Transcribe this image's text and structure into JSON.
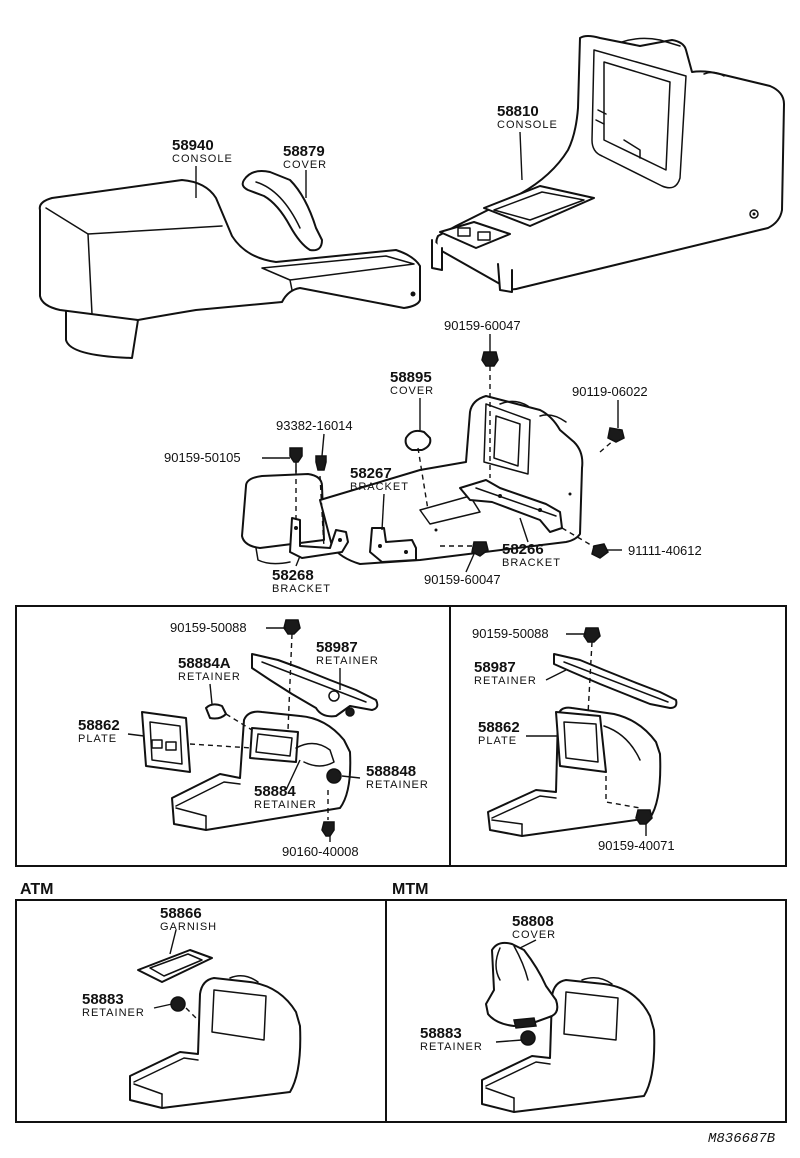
{
  "labels": {
    "console_58940": {
      "number": "58940",
      "name": "CONSOLE"
    },
    "cover_58879": {
      "number": "58879",
      "name": "COVER"
    },
    "console_58810": {
      "number": "58810",
      "name": "CONSOLE"
    },
    "bolt_90159_60047_top": {
      "number": "90159-60047"
    },
    "cover_58895": {
      "number": "58895",
      "name": "COVER"
    },
    "screw_90119_06022": {
      "number": "90119-06022"
    },
    "screw_93382_16014": {
      "number": "93382-16014"
    },
    "bolt_90159_50105": {
      "number": "90159-50105"
    },
    "bracket_58267": {
      "number": "58267",
      "name": "BRACKET"
    },
    "bracket_58266": {
      "number": "58266",
      "name": "BRACKET"
    },
    "screw_91111_40612": {
      "number": "91111-40612"
    },
    "bolt_90159_60047_bottom": {
      "number": "90159-60047"
    },
    "bracket_58268": {
      "number": "58268",
      "name": "BRACKET"
    },
    "left_bolt_90159_50088": {
      "number": "90159-50088"
    },
    "left_retainer_58987": {
      "number": "58987",
      "name": "RETAINER"
    },
    "retainer_58884A": {
      "number": "58884A",
      "name": "RETAINER"
    },
    "left_plate_58862": {
      "number": "58862",
      "name": "PLATE"
    },
    "retainer_58884": {
      "number": "58884",
      "name": "RETAINER"
    },
    "retainer_58884B": {
      "number": "588848",
      "name": "RETAINER"
    },
    "nut_90160_40008": {
      "number": "90160-40008"
    },
    "right_bolt_90159_50088": {
      "number": "90159-50088"
    },
    "right_retainer_58987": {
      "number": "58987",
      "name": "RETAINER"
    },
    "right_plate_58862": {
      "number": "58862",
      "name": "PLATE"
    },
    "bolt_90159_40071": {
      "number": "90159-40071"
    },
    "garnish_58866": {
      "number": "58866",
      "name": "GARNISH"
    },
    "atm_retainer_58883": {
      "number": "58883",
      "name": "RETAINER"
    },
    "cover_58808": {
      "number": "58808",
      "name": "COVER"
    },
    "mtm_retainer_58883": {
      "number": "58883",
      "name": "RETAINER"
    }
  },
  "sections": {
    "atm": "ATM",
    "mtm": "MTM"
  },
  "drawing_code": "M836687B"
}
